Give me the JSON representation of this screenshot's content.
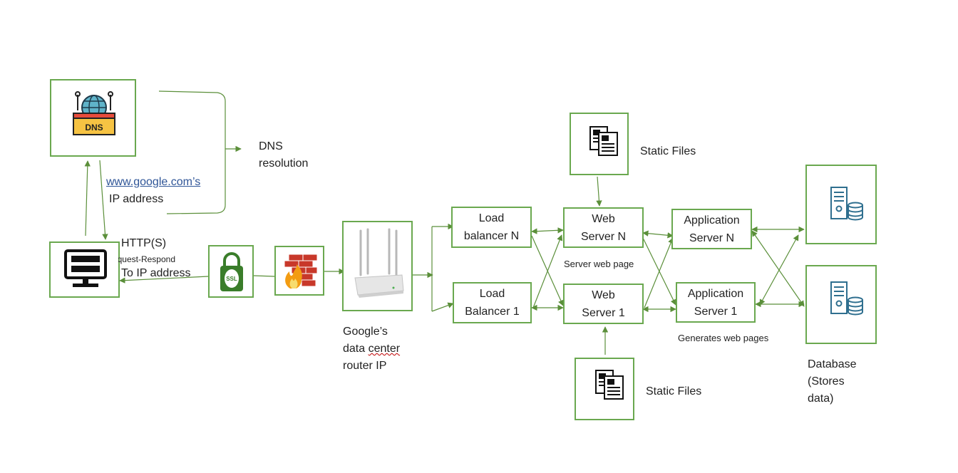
{
  "colors": {
    "line": "#5b8f3a",
    "box_border": "#6aa84f",
    "link": "#2f5597"
  },
  "icons": {
    "dns": "dns-globe-icon",
    "computer": "computer-monitor-icon",
    "ssl": "ssl-lock-icon",
    "firewall": "firewall-icon",
    "router": "router-icon",
    "static_files": "document-files-icon",
    "database": "database-server-icon"
  },
  "dns": {
    "badge": "DNS"
  },
  "labels": {
    "dns_resolution_1": "DNS",
    "dns_resolution_2": "resolution",
    "google_link": "www.google.com’s",
    "ip_address": "IP address",
    "https": "HTTP(S)",
    "request_respond": "Request-Respond",
    "to_ip": "To IP address",
    "router_1": "Google’s",
    "router_2_a": "data ",
    "router_2_b": "center",
    "router_3": "router IP",
    "server_web_page": "Server web page",
    "generates": "Generates web pages",
    "static_files_top": "Static Files",
    "static_files_bottom": "Static Files",
    "database_1": "Database",
    "database_2": "(Stores",
    "database_3": "data)"
  },
  "ssl": {
    "text": "SSL"
  },
  "nodes": {
    "lb_n": [
      "Load",
      "balancer N"
    ],
    "lb_1": [
      "Load",
      "Balancer 1"
    ],
    "web_n": [
      "Web",
      "Server N"
    ],
    "web_1": [
      "Web",
      "Server 1"
    ],
    "app_n": [
      "Application",
      "Server N"
    ],
    "app_1": [
      "Application",
      "Server 1"
    ]
  }
}
